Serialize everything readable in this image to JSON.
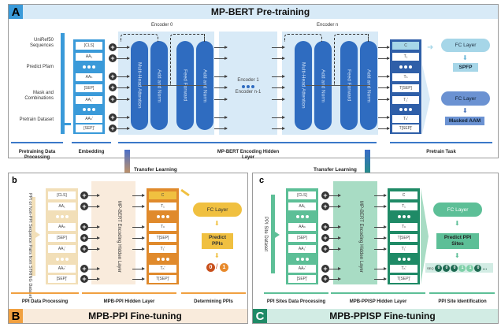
{
  "panel_a": {
    "letter": "A",
    "title": "MP-BERT Pre-training",
    "steps": [
      "UniRef50 Sequences",
      "Predict Pfam",
      "Mask and Combinations",
      "Pretrain Dataset"
    ],
    "tokens": [
      "[CLS]",
      "AA₁",
      "AAₙ",
      "[SEP]",
      "AA₁'",
      "AAₙ'",
      "[SEP]'"
    ],
    "encoder0_label": "Encoder 0",
    "encodern_label": "Encoder n",
    "encoder_blocks": [
      "Multi-Head Attention",
      "Add and Norm",
      "Feed Forward",
      "Add and Norm"
    ],
    "middle_top": "Encoder 1",
    "middle_bottom": "Encoder n-1",
    "outputs": [
      "C",
      "T₁",
      "Tₙ",
      "T[SEP]",
      "T₁'",
      "Tₙ'",
      "T[SEP]'"
    ],
    "fc1": "FC Layer",
    "task1": "SPFP",
    "fc2": "FC Layer",
    "task2": "Masked AAM",
    "sections": [
      "Pretraining Data Processing",
      "Embedding",
      "MP-BERT Encoding Hidden Layer",
      "Pretrain Task"
    ],
    "colors": {
      "primary": "#2f6cc0",
      "light": "#d8eaf7",
      "header": "#d8eaf7",
      "letter_bg": "#3a9ad9"
    }
  },
  "transfer": {
    "left": "Transfer Learning",
    "right": "Transfer Learning"
  },
  "panel_b": {
    "sub_letter": "b",
    "letter": "B",
    "title": "MPB-PPI Fine-tuning",
    "source": "PPI or Non-PPI Sequence Pairs from STRING Dataset",
    "tokens": [
      "[CLS]",
      "AA₁",
      "AAₙ",
      "[SEP]",
      "AA₁'",
      "AAₙ'",
      "[SEP]'"
    ],
    "hidden": "MP-BERT Encoding Hidden Layer",
    "outputs": [
      "C",
      "T₁",
      "Tₙ",
      "T[SEP]",
      "T₁'",
      "Tₙ'",
      "T[SEP]'"
    ],
    "fc": "FC Layer",
    "predict": "Predict PPIs",
    "out0": "0",
    "out1": "1",
    "sections": [
      "PPI Data Processing",
      "MPB-PPI Hidden Layer",
      "Determining PPIs"
    ],
    "colors": {
      "primary": "#f0c040",
      "dark": "#e08a2c",
      "light": "#f9ebdc",
      "token_col": "#f2dfb8"
    }
  },
  "panel_c": {
    "sub_letter": "c",
    "letter": "C",
    "title": "MPB-PPISP Fine-tuning",
    "source": "PPI Site Dataset",
    "tokens": [
      "[CLS]",
      "AA₁",
      "AAₙ",
      "[SEP]",
      "AA₁'",
      "AAₙ'",
      "[SEP]'"
    ],
    "hidden": "MP-BERT Encoding Hidden Layer",
    "outputs": [
      "C",
      "T₁",
      "Tₙ",
      "T[SEP]",
      "T₁'",
      "Tₙ'",
      "T[SEP]'"
    ],
    "fc": "FC Layer",
    "predict": "Predict PPI Sites",
    "seq_label": "SEQ",
    "seq_bits": [
      "0",
      "0",
      "0",
      "1",
      "1",
      "0"
    ],
    "seq_more": "...",
    "sections": [
      "PPI Sites Data Processing",
      "MPB-PPISP Hidden Layer",
      "PPI Site Identification"
    ],
    "colors": {
      "primary": "#5dbf97",
      "dark": "#1f8a66",
      "light": "#d2ece4",
      "hidden": "#a8dcc4"
    }
  }
}
